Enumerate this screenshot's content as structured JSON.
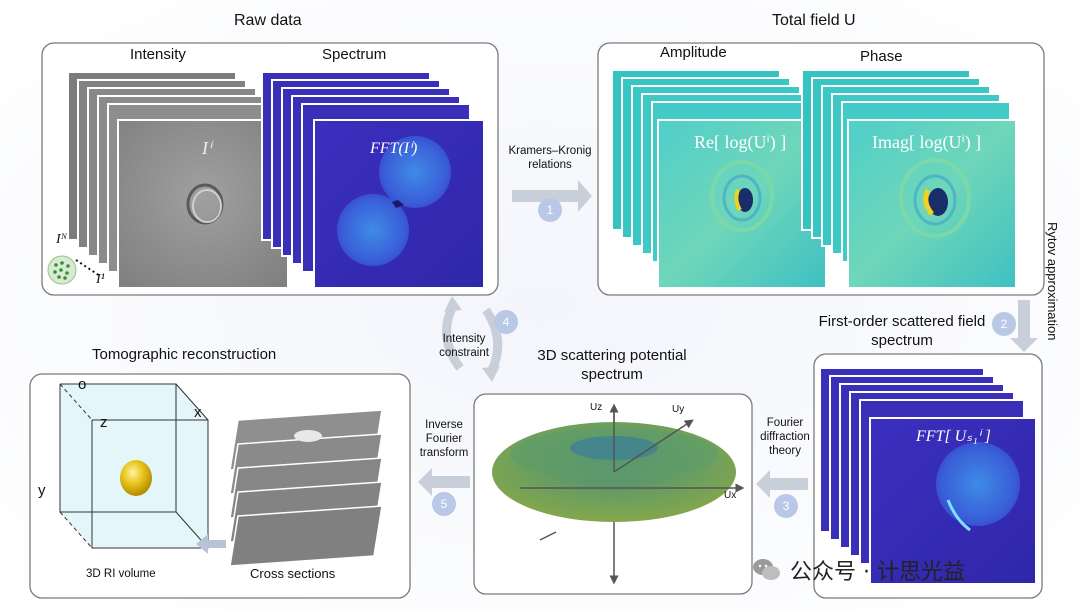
{
  "raw_data": {
    "title": "Raw data",
    "intensity_label": "Intensity",
    "spectrum_label": "Spectrum",
    "intensity_formula": "Iⁱ",
    "spectrum_formula": "FFT(Iⁱ)",
    "stack_top_label": "Iᴺ",
    "stack_bottom_label": "I¹"
  },
  "total_field": {
    "title": "Total field U",
    "amplitude_label": "Amplitude",
    "phase_label": "Phase",
    "amplitude_formula": "Re[ log(Uⁱ) ]",
    "phase_formula": "Imag[ log(Uⁱ) ]"
  },
  "steps": {
    "s1_label": "Kramers–Kronig relations",
    "s1_num": "1",
    "s2_label": "Rytov approximation",
    "s2_num": "2",
    "s3_label": "Fourier diffraction theory",
    "s3_num": "3",
    "s4_label": "Intensity constraint",
    "s4_num": "4",
    "s5_label": "Inverse Fourier transform",
    "s5_num": "5"
  },
  "scattered": {
    "title": "First-order scattered field spectrum",
    "formula": "FFT[ Uₛ₁ⁱ ]"
  },
  "potential": {
    "title": "3D scattering potential spectrum",
    "axis_z": "Uz",
    "axis_y": "Uy",
    "axis_x": "Ux"
  },
  "tomo": {
    "title": "Tomographic reconstruction",
    "volume_label": "3D RI volume",
    "sections_label": "Cross sections",
    "axis_o": "o",
    "axis_x": "x",
    "axis_y": "y",
    "axis_z": "z"
  },
  "watermark": "公众号 · 计思光益",
  "colors": {
    "panel_border": "#7b7b7b",
    "gray_map": "#8d8d8d",
    "spectrum_blue": "#3a2fb8",
    "field_teal": "#36c6c4",
    "step_circle": "#b9c8e6",
    "arrow": "#c9cfd8"
  }
}
